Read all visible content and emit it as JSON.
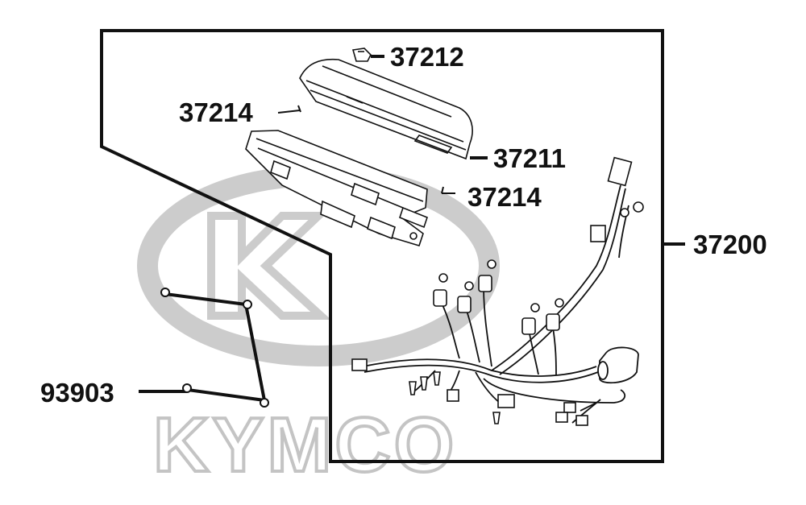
{
  "diagram": {
    "watermark": {
      "brand_text": "KYMCO"
    },
    "parts": [
      {
        "number": "37212"
      },
      {
        "number": "37214"
      },
      {
        "number": "37211"
      },
      {
        "number": "37214"
      },
      {
        "number": "37200"
      },
      {
        "number": "93903"
      }
    ],
    "colors": {
      "line": "#111111",
      "watermark": "#c4c4c4",
      "background": "#ffffff"
    }
  }
}
